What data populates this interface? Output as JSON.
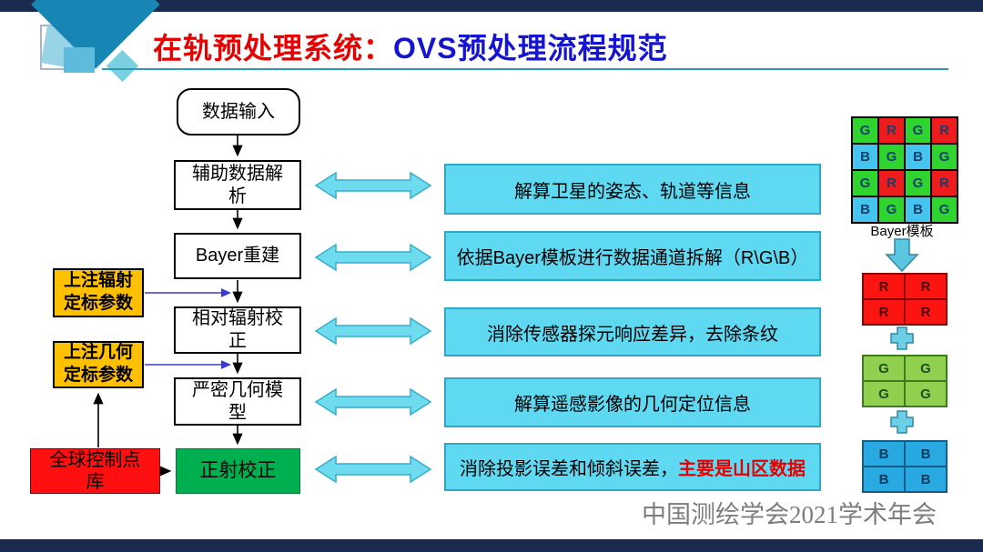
{
  "header": {
    "title_red": "在轨预处理系统：",
    "title_blue": "OVS预处理流程规范"
  },
  "flow": {
    "steps": [
      "数据输入",
      "辅助数据解析",
      "Bayer重建",
      "相对辐射校正",
      "严密几何模型",
      "正射校正"
    ],
    "side_inputs": [
      "上注辐射定标参数",
      "上注几何定标参数"
    ],
    "gcp_box": "全球控制点库"
  },
  "descriptions": [
    {
      "text": "解算卫星的姿态、轨道等信息"
    },
    {
      "text": "依据Bayer模板进行数据通道拆解（R\\G\\B）"
    },
    {
      "text": "消除传感器探元响应差异，去除条纹"
    },
    {
      "text": "解算遥感影像的几何定位信息"
    },
    {
      "text": "消除投影误差和倾斜误差，",
      "highlight": "主要是山区数据"
    }
  ],
  "bayer": {
    "label": "Bayer模板",
    "pattern": [
      [
        "G",
        "R",
        "G",
        "R"
      ],
      [
        "B",
        "G",
        "B",
        "G"
      ],
      [
        "G",
        "R",
        "G",
        "R"
      ],
      [
        "B",
        "G",
        "B",
        "G"
      ]
    ],
    "channels": [
      {
        "letter": "R",
        "color": "#fb1410"
      },
      {
        "letter": "G",
        "color": "#8fd14f"
      },
      {
        "letter": "B",
        "color": "#29a9e1"
      }
    ]
  },
  "footer": {
    "text": "中国测绘学会2021学术年会"
  },
  "colors": {
    "title_red": "#e60000",
    "title_blue": "#1414d2",
    "bar_navy": "#1b2b4f",
    "desc_fill": "#5fd9f2",
    "desc_border": "#2fa8c8",
    "yellow_box": "#ffc000",
    "red_box": "#ff0f0f",
    "green_box": "#00b050",
    "bayer_green": "#2fd42f",
    "bayer_red": "#ee1c1c",
    "bayer_blue": "#44c4ee"
  }
}
